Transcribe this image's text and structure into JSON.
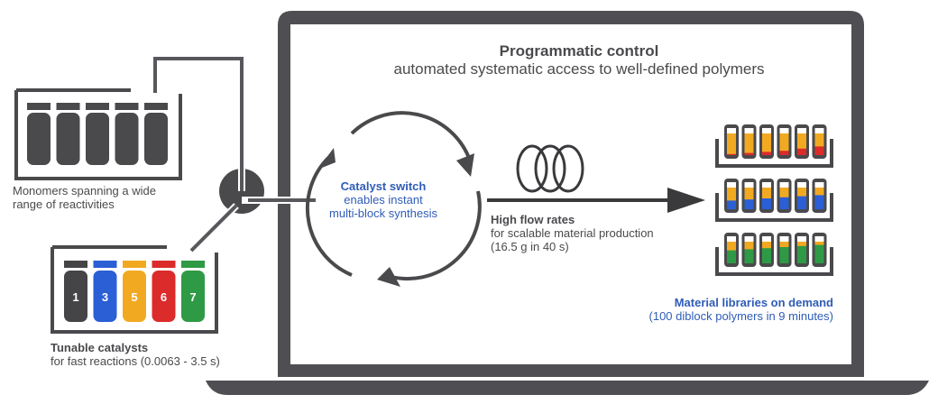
{
  "header": {
    "title": "Programmatic control",
    "subtitle": "automated systematic access to well-defined polymers"
  },
  "monomers": {
    "label_line1": "Monomers spanning a wide",
    "label_line2": "range of reactivities",
    "vial_count": 5,
    "vial_color": "#4a4a4d"
  },
  "catalysts": {
    "title": "Tunable catalysts",
    "subtitle": "for fast reactions (0.0063 - 3.5 s)",
    "vials": [
      {
        "label": "1",
        "color": "#454547"
      },
      {
        "label": "3",
        "color": "#2a5fd6"
      },
      {
        "label": "5",
        "color": "#f2a922"
      },
      {
        "label": "6",
        "color": "#dc2b2b"
      },
      {
        "label": "7",
        "color": "#2f9a45"
      }
    ]
  },
  "catalyst_switch": {
    "title": "Catalyst switch",
    "line1": "enables instant",
    "line2": "multi-block synthesis"
  },
  "flow": {
    "title": "High flow rates",
    "line1": "for scalable material production",
    "line2": "(16.5 g in 40 s)"
  },
  "libraries": {
    "title": "Material libraries on demand",
    "subtitle": "(100 diblock polymers in 9 minutes)",
    "racks": [
      {
        "top_color": "#f2a922",
        "bottom_color": "#dc2b2b",
        "bottom_fractions": [
          0.05,
          0.1,
          0.15,
          0.2,
          0.3,
          0.4
        ]
      },
      {
        "top_color": "#f2a922",
        "bottom_color": "#2a5fd6",
        "bottom_fractions": [
          0.4,
          0.45,
          0.5,
          0.55,
          0.6,
          0.65
        ]
      },
      {
        "top_color": "#f2a922",
        "bottom_color": "#2f9a45",
        "bottom_fractions": [
          0.6,
          0.65,
          0.7,
          0.75,
          0.8,
          0.85
        ]
      }
    ]
  },
  "colors": {
    "dark": "#4a4a4d",
    "accent_blue": "#2f5cb8"
  }
}
